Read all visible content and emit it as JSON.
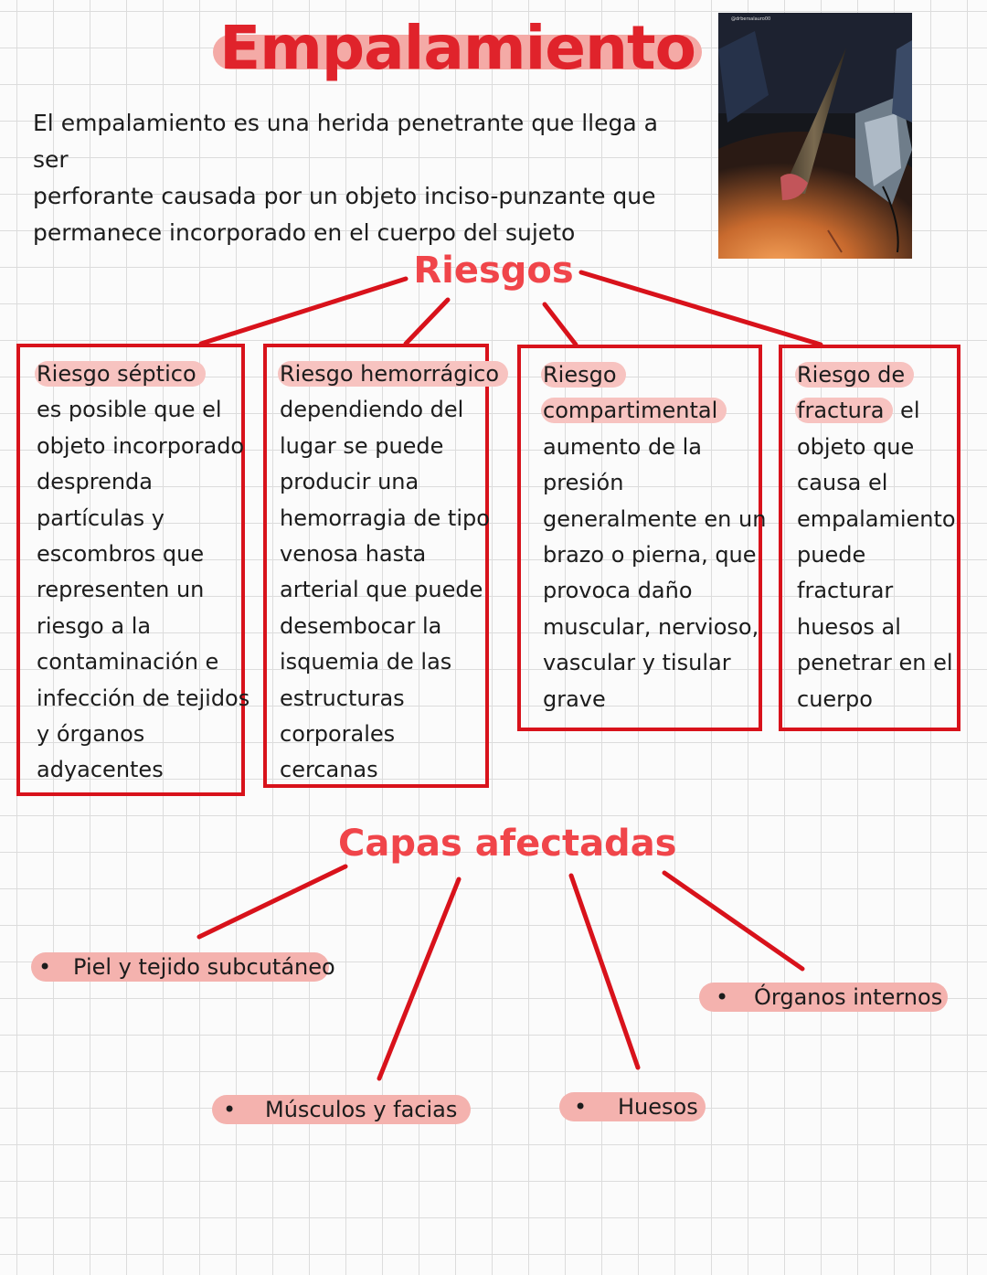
{
  "title": "Empalamiento",
  "intro": [
    "El empalamiento es una herida penetrante que llega a ser",
    "perforante causada por un objeto inciso-punzante que",
    "permanece incorporado en el cuerpo del sujeto"
  ],
  "photo_caption": "@drbersalauro00",
  "riesgos_heading": "Riesgos",
  "risks": [
    {
      "heading_lines": [
        "Riesgo séptico"
      ],
      "body_lines": [
        "es posible que el",
        "objeto incorporado",
        "desprenda",
        "partículas y",
        "escombros que",
        "representen un",
        "riesgo a la",
        "contaminación e",
        "infección de tejidos",
        "y órganos",
        "adyacentes"
      ]
    },
    {
      "heading_lines": [
        "Riesgo hemorrágico"
      ],
      "body_lines": [
        "dependiendo del",
        "lugar se puede",
        "producir una",
        "hemorragia de tipo",
        "venosa hasta",
        "arterial que puede",
        "desembocar la",
        "isquemia de las",
        "estructuras",
        "corporales",
        "cercanas"
      ]
    },
    {
      "heading_lines": [
        "Riesgo",
        "compartimental"
      ],
      "body_lines": [
        "aumento de la",
        "presión",
        "generalmente en un",
        "brazo o pierna, que",
        "provoca daño",
        "muscular, nervioso,",
        "vascular y tisular",
        "grave"
      ]
    },
    {
      "heading_lines": [
        "Riesgo de",
        "fractura"
      ],
      "heading_tail": " el",
      "body_lines": [
        "objeto que",
        "causa el",
        "empalamiento",
        "puede",
        "fracturar",
        "huesos al",
        "penetrar en el",
        "cuerpo"
      ]
    }
  ],
  "capas_heading": "Capas afectadas",
  "layers": {
    "bullet": "•",
    "skin": "Piel y tejido subcutáneo",
    "muscles": "Músculos y facias",
    "bones": "Huesos",
    "organs": "Órganos internos"
  },
  "colors": {
    "accent_red": "#d8121b",
    "heading_red": "#f0454a",
    "highlight_pink": "#f4b2ae"
  }
}
